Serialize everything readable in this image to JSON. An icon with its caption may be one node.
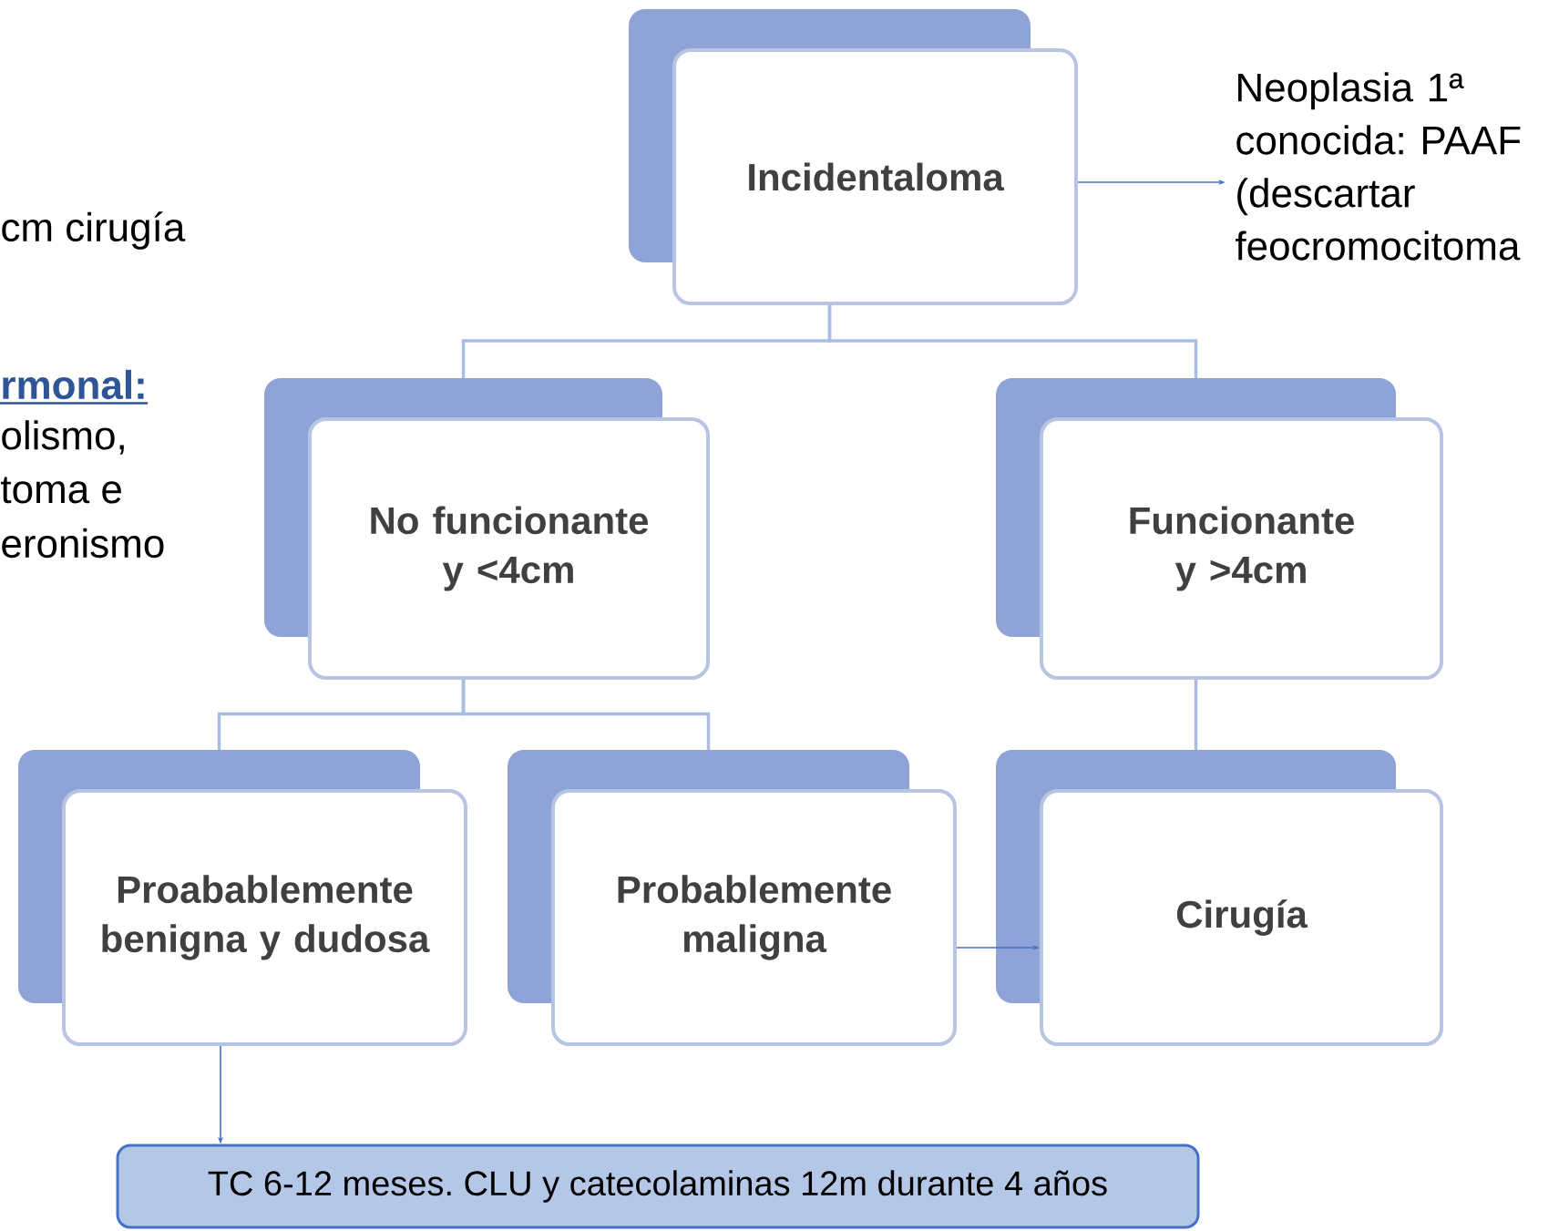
{
  "diagram": {
    "nodes": [
      {
        "text": [
          "Incidentaloma"
        ]
      },
      {
        "text": [
          "No funcionante y <4cm"
        ]
      },
      {
        "text": [
          "Funcionante y >4cm"
        ]
      },
      {
        "text": [
          "Proabablemente benigna y dudosa"
        ]
      },
      {
        "text": [
          "Probablemente maligna"
        ]
      },
      {
        "text": [
          "Cirugía"
        ]
      },
      {
        "text": [
          "TC 6-12 meses. CLU y catecolaminas 12m durante 4 años"
        ]
      },
      {
        "text": [
          "Neoplasia 1ª conocida: PAAF (descartar feocromocitoma"
        ]
      }
    ],
    "edges": [
      {
        "from": 0,
        "to": 1,
        "arrow": "none"
      },
      {
        "from": 0,
        "to": 2,
        "arrow": "none"
      },
      {
        "from": 1,
        "to": 3,
        "arrow": "none"
      },
      {
        "from": 1,
        "to": 4,
        "arrow": "none"
      },
      {
        "from": 2,
        "to": 5,
        "arrow": "none"
      },
      {
        "from": 0,
        "to": 7,
        "arrow": "to",
        "color": "#4472c4"
      },
      {
        "from": 4,
        "to": 5,
        "arrow": "to",
        "color": "#4472c4"
      },
      {
        "from": 3,
        "to": 6,
        "arrow": "to",
        "color": "#4472c4"
      }
    ],
    "labels": [
      "cm cirugía",
      "rmonal:",
      "olismo,",
      "toma e",
      "eronismo"
    ]
  }
}
